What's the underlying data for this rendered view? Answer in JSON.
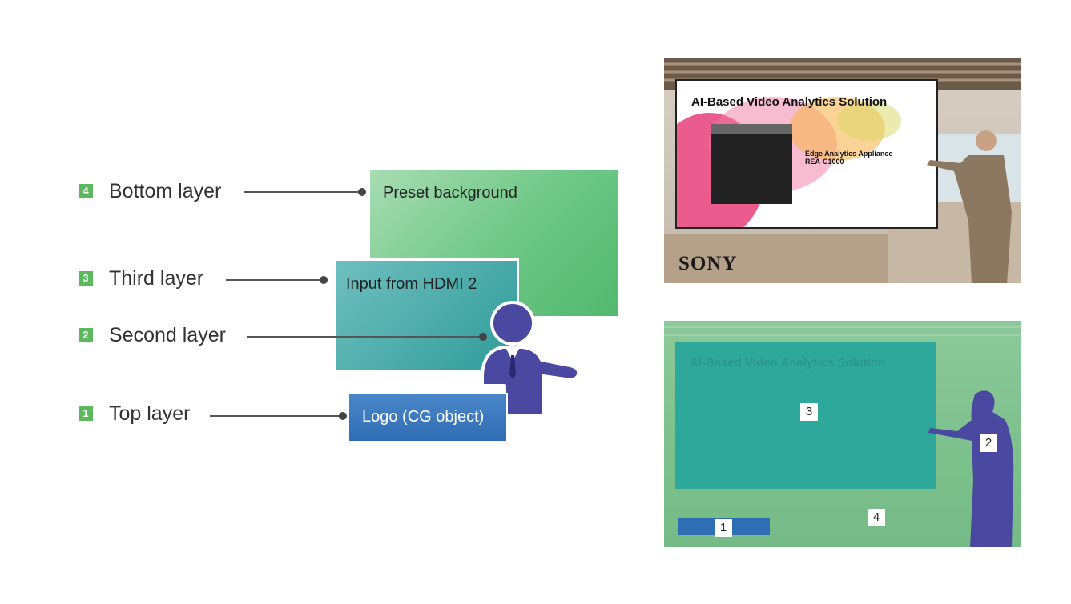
{
  "legend": [
    {
      "num": "4",
      "label": "Bottom layer"
    },
    {
      "num": "3",
      "label": "Third layer"
    },
    {
      "num": "2",
      "label": "Second layer"
    },
    {
      "num": "1",
      "label": "Top layer"
    }
  ],
  "layers": {
    "bottom": "Preset background",
    "third": "Input from HDMI 2",
    "top": "Logo (CG object)"
  },
  "composite_screen": {
    "slide_title": "AI-Based Video Analytics Solution",
    "product_line1": "Edge Analytics Appliance",
    "product_line2": "REA-C1000",
    "brand": "SONY"
  },
  "layer_screen": {
    "slide_title": "AI-Based Video Analytics Solution",
    "tags": [
      "3",
      "2",
      "1",
      "4"
    ]
  },
  "colors": {
    "bottom_layer": "#6cc785",
    "third_layer": "#2f9c99",
    "top_layer": "#2f6db5",
    "presenter": "#4a48a0",
    "badge": "#5cb85c"
  }
}
